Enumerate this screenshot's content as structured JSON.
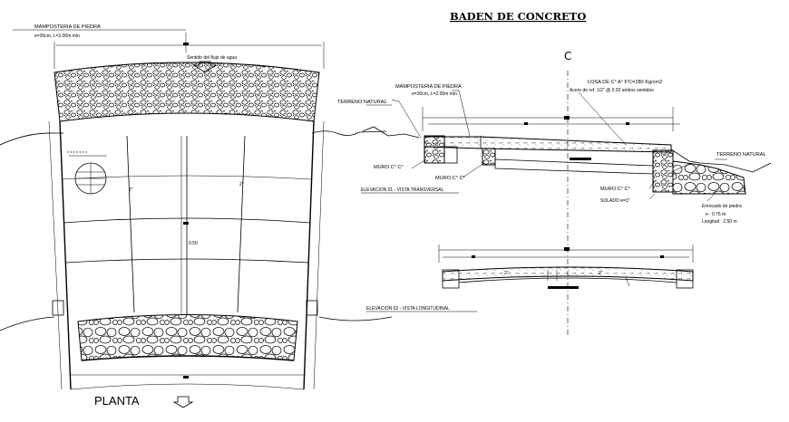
{
  "title": "BADEN DE CONCRETO",
  "plan": {
    "label_top_line1": "MAMPOSTERIA DE PIEDRA",
    "label_top_line2": "e=30cm, L=2.00m min",
    "flow_label": "Sentido del flujo de agua",
    "planta_label": "PLANTA"
  },
  "elevation1": {
    "title": "ELEVACION 01  -  VISTA TRANSVERSAL",
    "terreno_natural_left": "TERRENO NATURAL",
    "mamposteria_line1": "MAMPOSTERIA DE PIEDRA",
    "mamposteria_line2": "e=30cm, L=2.00m min.",
    "losa_line1": "LOSA DE C° A° F'C=280 Kg/cm2",
    "losa_line2": "Acero de ref. 1/2\" @ 0.20 ambos sentidos",
    "muro_left": "MURO C° C°",
    "muro_center": "MURO C° C°",
    "muro_right": "MURO C° C°",
    "solado": "SOLADO  e=3\"",
    "terreno_natural_right": "TERRENO NATURAL",
    "enrocado_line1": "Enrocado de piedra",
    "enrocado_line2": "e : 0.75 m",
    "enrocado_line3": "Longitud : 2.50 m",
    "centerline": "C"
  },
  "elevation2": {
    "title": "ELEVACION 02  -  VISTA LONGITUDINAL"
  }
}
